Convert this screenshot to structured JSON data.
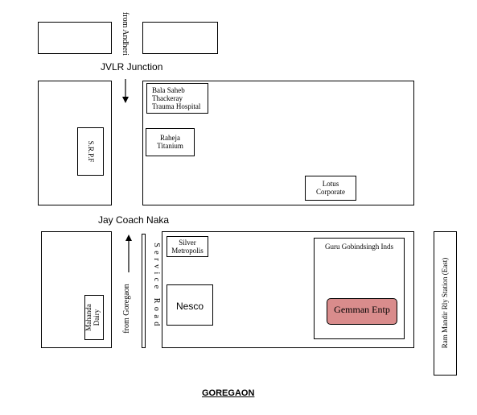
{
  "roads": {
    "from_andheri": "from Andheri",
    "jvlr_junction": "JVLR Junction",
    "jay_coach_naka": "Jay Coach Naka",
    "service_road": "Service Road",
    "from_goregaon": "from Goregaon"
  },
  "landmarks": {
    "bala_saheb": [
      "Bala Saheb",
      "Thackeray",
      "Trauma Hospital"
    ],
    "srpf": "S.R.P.F",
    "raheja": [
      "Raheja",
      "Titanium"
    ],
    "lotus": [
      "Lotus",
      "Corporate"
    ],
    "silver": [
      "Silver",
      "Metropolis"
    ],
    "nesco": "Nesco",
    "guru": "Guru Gobindsingh Inds",
    "gemman": "Gemman Entp",
    "mahanda": [
      "Mahanda",
      "Dairy"
    ],
    "ram_mandir": "Ram Mandir Rly Station (East)"
  },
  "area_title": "GOREGAON",
  "colors": {
    "highlight_fill": "#d98c8c",
    "line": "#000000",
    "background": "#ffffff"
  }
}
